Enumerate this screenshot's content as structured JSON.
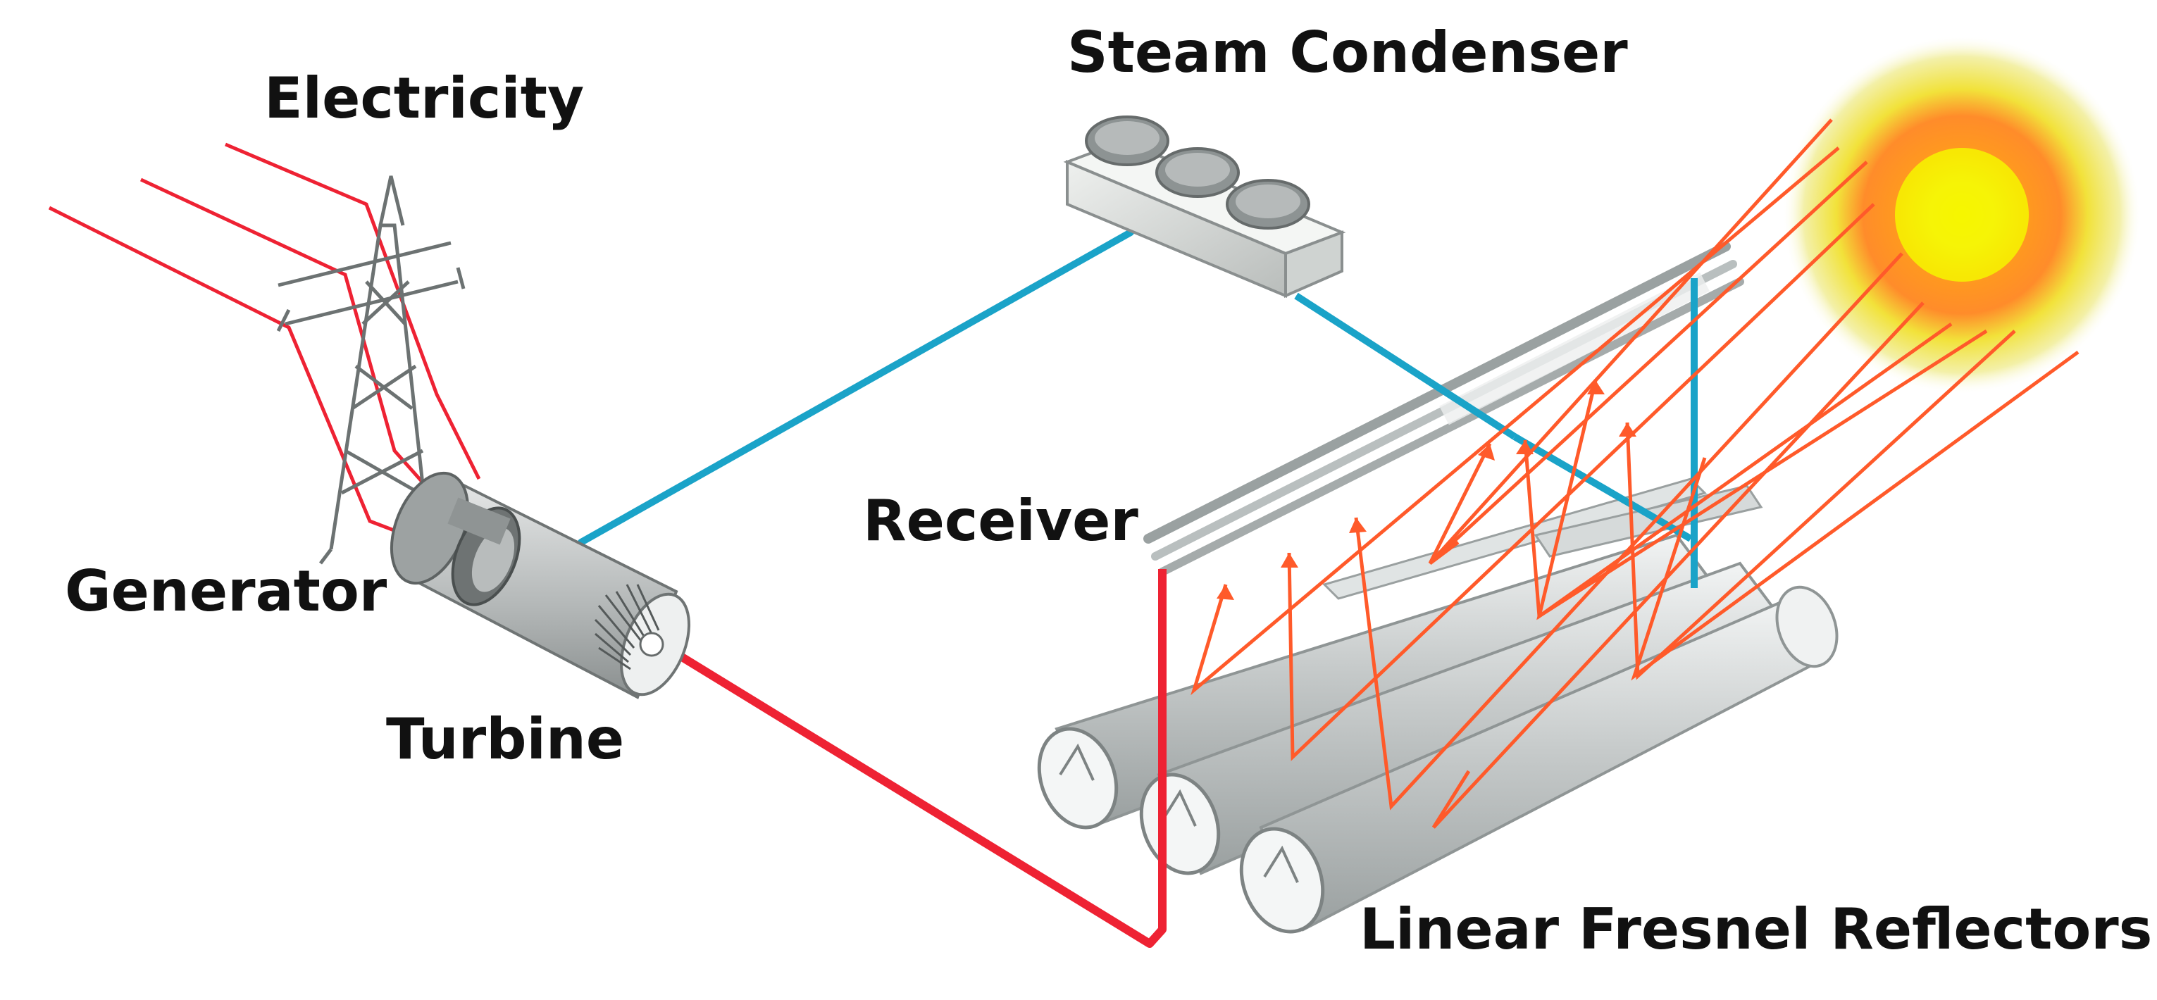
{
  "labels": {
    "electricity": "Electricity",
    "steam_condenser": "Steam Condenser",
    "receiver": "Receiver",
    "generator": "Generator",
    "turbine": "Turbine",
    "linear_fresnel_reflectors": "Linear Fresnel Reflectors"
  },
  "colors": {
    "hot_line": "#ee2233",
    "cold_line": "#1aa3c8",
    "sun_ray": "#ff5a2a",
    "equipment_gray": "#c8cccc",
    "sun_core": "#f6f600",
    "sun_mid": "#ff8a1c",
    "sun_halo": "#f0ee90"
  }
}
